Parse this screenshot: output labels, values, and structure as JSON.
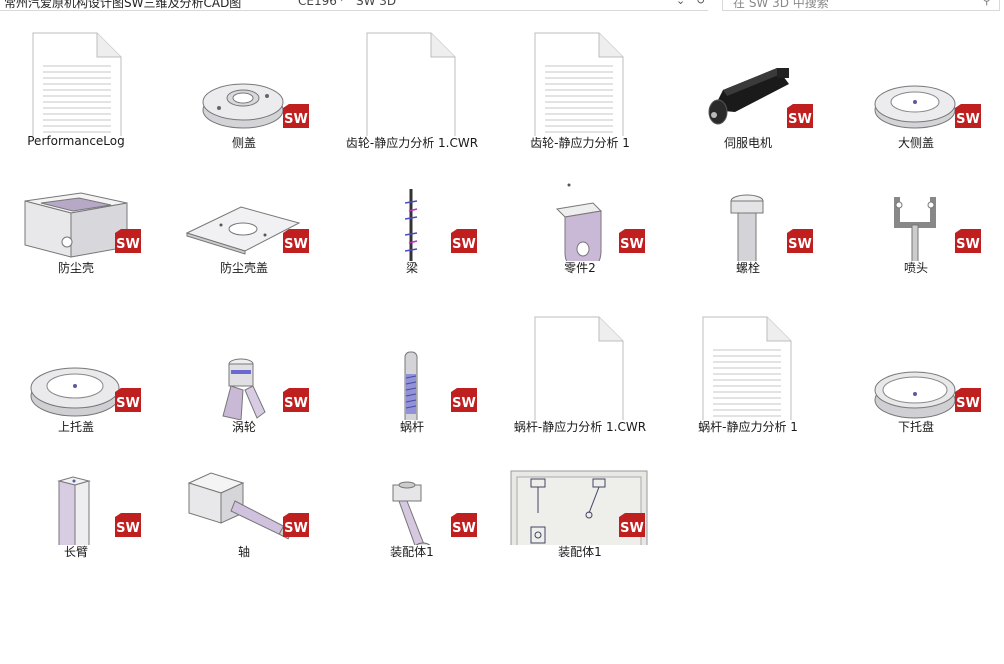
{
  "address_bar": {
    "path_root": "常州汽爱原机构设计图SW三维及分析CAD图",
    "path_mid": "CE196",
    "path_current": "SW 3D",
    "search_placeholder": "在 SW 3D 中搜索"
  },
  "files": [
    {
      "name": "PerformanceLog",
      "icon": "text-document-icon"
    },
    {
      "name": "侧盖",
      "icon": "flange-part-icon"
    },
    {
      "name": "齿轮-静应力分析 1.CWR",
      "icon": "blank-document-icon"
    },
    {
      "name": "齿轮-静应力分析 1",
      "icon": "text-document-icon"
    },
    {
      "name": "伺服电机",
      "icon": "servo-motor-icon"
    },
    {
      "name": "大侧盖",
      "icon": "ring-cover-icon"
    },
    {
      "name": "防尘壳",
      "icon": "box-shell-icon"
    },
    {
      "name": "防尘壳盖",
      "icon": "plate-cover-icon"
    },
    {
      "name": "梁",
      "icon": "beam-part-icon"
    },
    {
      "name": "零件2",
      "icon": "bracket-part-icon"
    },
    {
      "name": "螺栓",
      "icon": "bolt-part-icon"
    },
    {
      "name": "喷头",
      "icon": "nozzle-part-icon"
    },
    {
      "name": "上托盖",
      "icon": "upper-tray-cover-icon"
    },
    {
      "name": "涡轮",
      "icon": "turbine-part-icon"
    },
    {
      "name": "蜗杆",
      "icon": "worm-part-icon"
    },
    {
      "name": "蜗杆-静应力分析 1.CWR",
      "icon": "blank-document-icon"
    },
    {
      "name": "蜗杆-静应力分析 1",
      "icon": "text-document-icon"
    },
    {
      "name": "下托盘",
      "icon": "lower-tray-icon"
    },
    {
      "name": "长臂",
      "icon": "long-arm-icon"
    },
    {
      "name": "轴",
      "icon": "shaft-part-icon"
    },
    {
      "name": "装配体1",
      "icon": "assembly-icon"
    },
    {
      "name": "装配体1",
      "icon": "drawing-sheet-icon"
    }
  ],
  "badge": {
    "text": "SW",
    "color": "#d8282a"
  }
}
